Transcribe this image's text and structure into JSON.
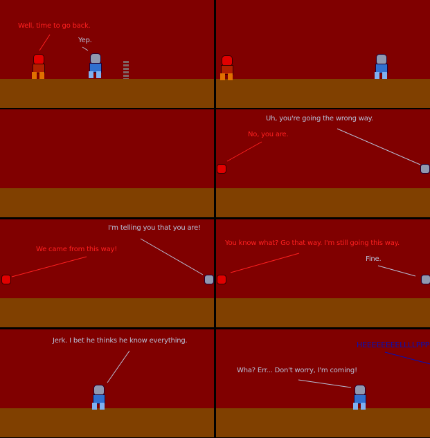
{
  "colors": {
    "sky": "#800000",
    "ground": "#804000",
    "red_speech": "#ff2020",
    "gray_speech": "#b8c0d8",
    "blue_speech": "#0010c0"
  },
  "panels": [
    {
      "lines": [
        {
          "speaker": "red",
          "text": "Well, time to go back."
        },
        {
          "speaker": "blue",
          "text": "Yep."
        }
      ]
    },
    {
      "lines": []
    },
    {
      "lines": []
    },
    {
      "lines": [
        {
          "speaker": "blue",
          "text": "Uh, you're going the wrong way."
        },
        {
          "speaker": "red",
          "text": "No, you are."
        }
      ]
    },
    {
      "lines": [
        {
          "speaker": "blue",
          "text": "I'm telling you that you are!"
        },
        {
          "speaker": "red",
          "text": "We came from this way!"
        }
      ]
    },
    {
      "lines": [
        {
          "speaker": "red",
          "text": "You know what? Go that way. I'm still going this way."
        },
        {
          "speaker": "blue",
          "text": "Fine."
        }
      ]
    },
    {
      "lines": [
        {
          "speaker": "blue",
          "text": "Jerk. I bet he thinks he know everything."
        }
      ]
    },
    {
      "lines": [
        {
          "speaker": "offscreen",
          "text": "HEEEEEEEELLLLPPP!!!!!"
        },
        {
          "speaker": "blue",
          "text": "Wha? Err... Don't worry, I'm coming!"
        }
      ]
    }
  ]
}
